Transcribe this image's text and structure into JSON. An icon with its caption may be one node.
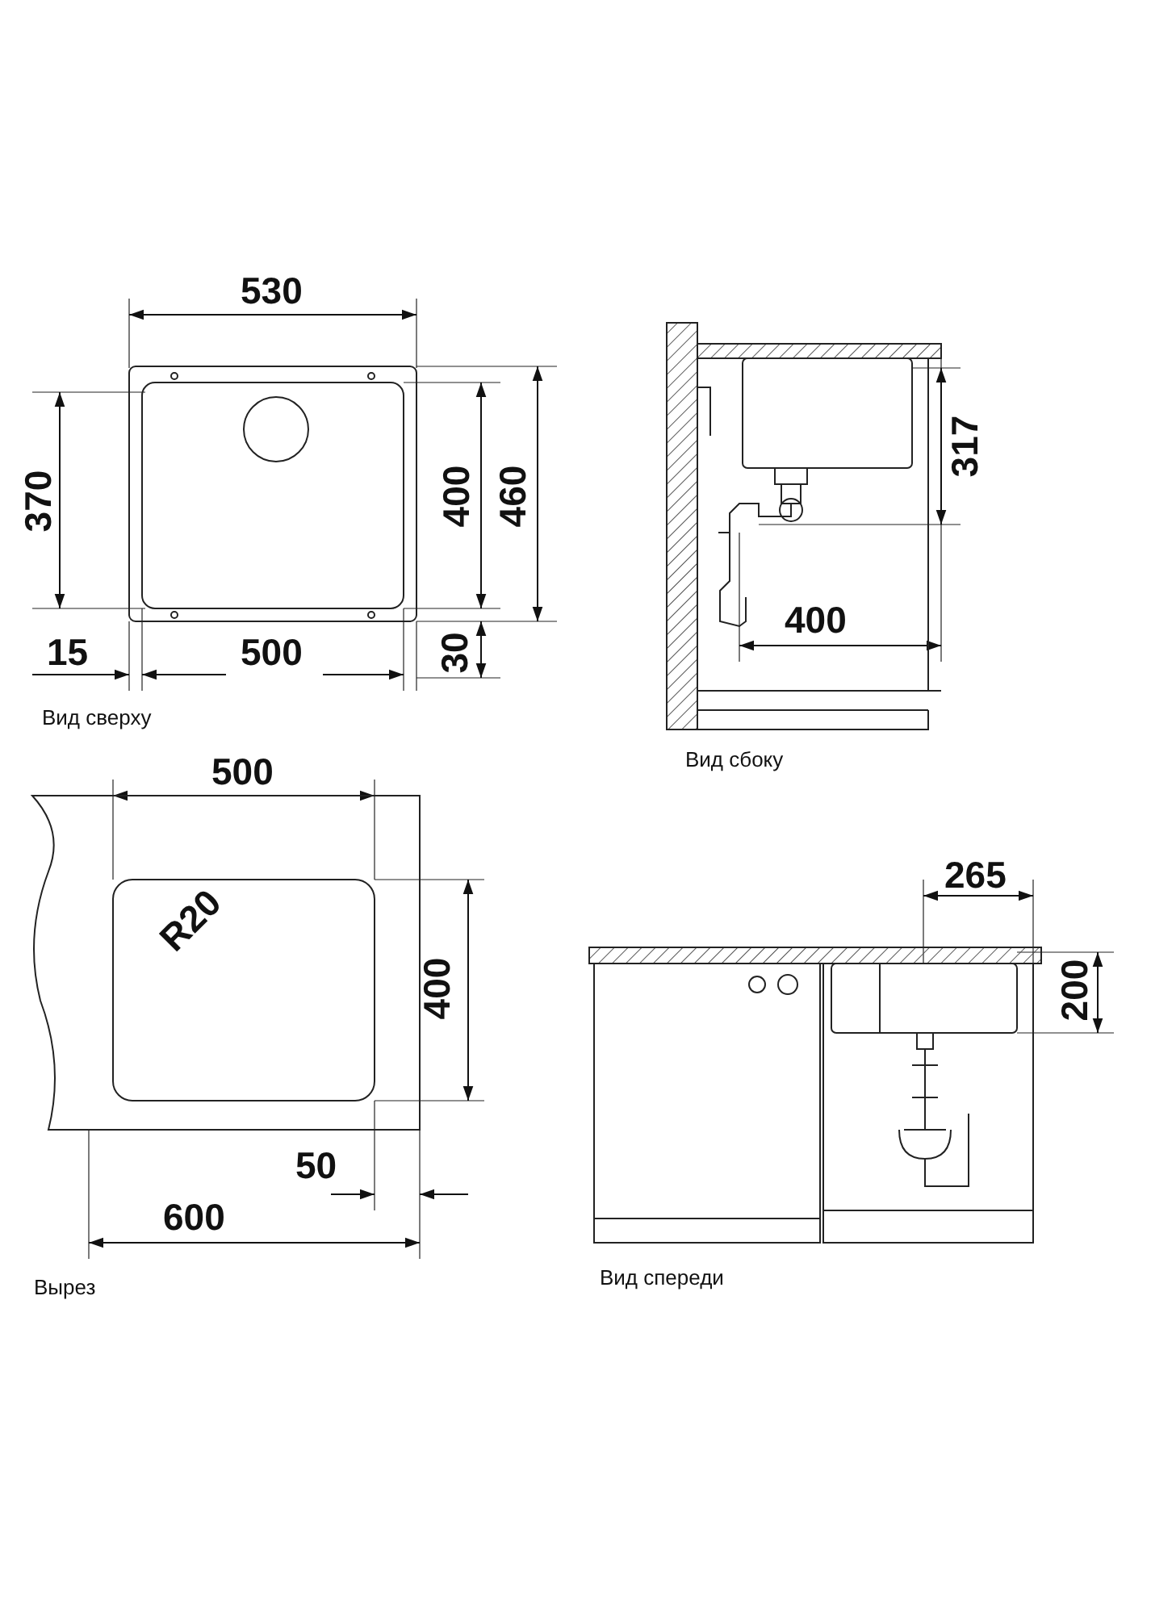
{
  "diagram": {
    "labels": [
      "530",
      "370",
      "400",
      "460",
      "15",
      "500",
      "30",
      "Вид сверху",
      "317",
      "400",
      "Вид сбоку",
      "500",
      "R20",
      "400",
      "50",
      "600",
      "Вырез",
      "265",
      "200",
      "Вид спереди"
    ]
  }
}
